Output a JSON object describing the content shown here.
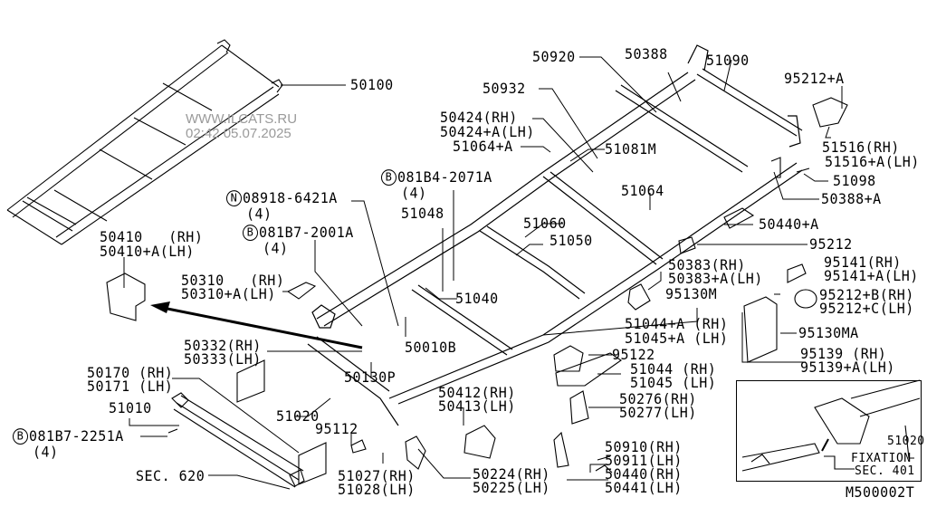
{
  "watermark": {
    "line1": "WWW.ILCATS.RU",
    "line2": "02:42 05.07.2025"
  },
  "diagram_code": "M500002T",
  "labels": {
    "p50100": "50100",
    "p50920": "50920",
    "p50388": "50388",
    "p51090": "51090",
    "p95212a": "95212+A",
    "p50932": "50932",
    "p50424rh": "50424(RH)",
    "p50424lh": "50424+A(LH)",
    "p51064a": "51064+A",
    "p51081m": "51081M",
    "p51516rh": "51516(RH)",
    "p51516lh": "51516+A(LH)",
    "p51098": "51098",
    "p50388a": "50388+A",
    "b081b4_code": "081B4-2071A",
    "b081b4_qty": "(4)",
    "p51064": "51064",
    "n08918_code": "08918-6421A",
    "n08918_qty": "(4)",
    "p51048": "51048",
    "p51060": "51060",
    "p50440a": "50440+A",
    "b081b7_2001_code": "081B7-2001A",
    "b081b7_2001_qty": "(4)",
    "p51050": "51050",
    "p95212": "95212",
    "p50410rh": "50410   (RH)",
    "p50410lh": "50410+A(LH)",
    "p50383rh": "50383(RH)",
    "p50383lh": "50383+A(LH)",
    "p95141rh": "95141(RH)",
    "p95141lh": "95141+A(LH)",
    "p50310rh": "50310   (RH)",
    "p50310lh": "50310+A(LH)",
    "p51040": "51040",
    "p95130m": "95130M",
    "p95212brh": "95212+B(RH)",
    "p95212clh": "95212+C(LH)",
    "p51044arh": "51044+A (RH)",
    "p51045alh": "51045+A (LH)",
    "p95130ma": "95130MA",
    "p50332rh": "50332(RH)",
    "p50333lh": "50333(LH)",
    "p50010b": "50010B",
    "p95122": "95122",
    "p95139rh": "95139 (RH)",
    "p95139lh": "95139+A(LH)",
    "p50130p": "50130P",
    "p51044rh": "51044 (RH)",
    "p51045lh": "51045 (LH)",
    "p50170rh": "50170 (RH)",
    "p50171lh": "50171 (LH)",
    "p50412rh": "50412(RH)",
    "p50413lh": "50413(LH)",
    "p50276rh": "50276(RH)",
    "p50277lh": "50277(LH)",
    "p51010": "51010",
    "p51020": "51020",
    "b081b7_2251_code": "081B7-2251A",
    "b081b7_2251_qty": "(4)",
    "p95112": "95112",
    "p50910rh": "50910(RH)",
    "p50911lh": "50911(LH)",
    "p50440rh": "50440(RH)",
    "p50441lh": "50441(LH)",
    "sec620": "SEC. 620",
    "p51027rh": "51027(RH)",
    "p51028lh": "51028(LH)",
    "p50224rh": "50224(RH)",
    "p50225lh": "50225(LH)"
  },
  "markers": {
    "bolt": "B",
    "nut": "N"
  },
  "inset": {
    "part": "51020",
    "fixation": "FIXATION",
    "sec": "SEC. 401"
  }
}
